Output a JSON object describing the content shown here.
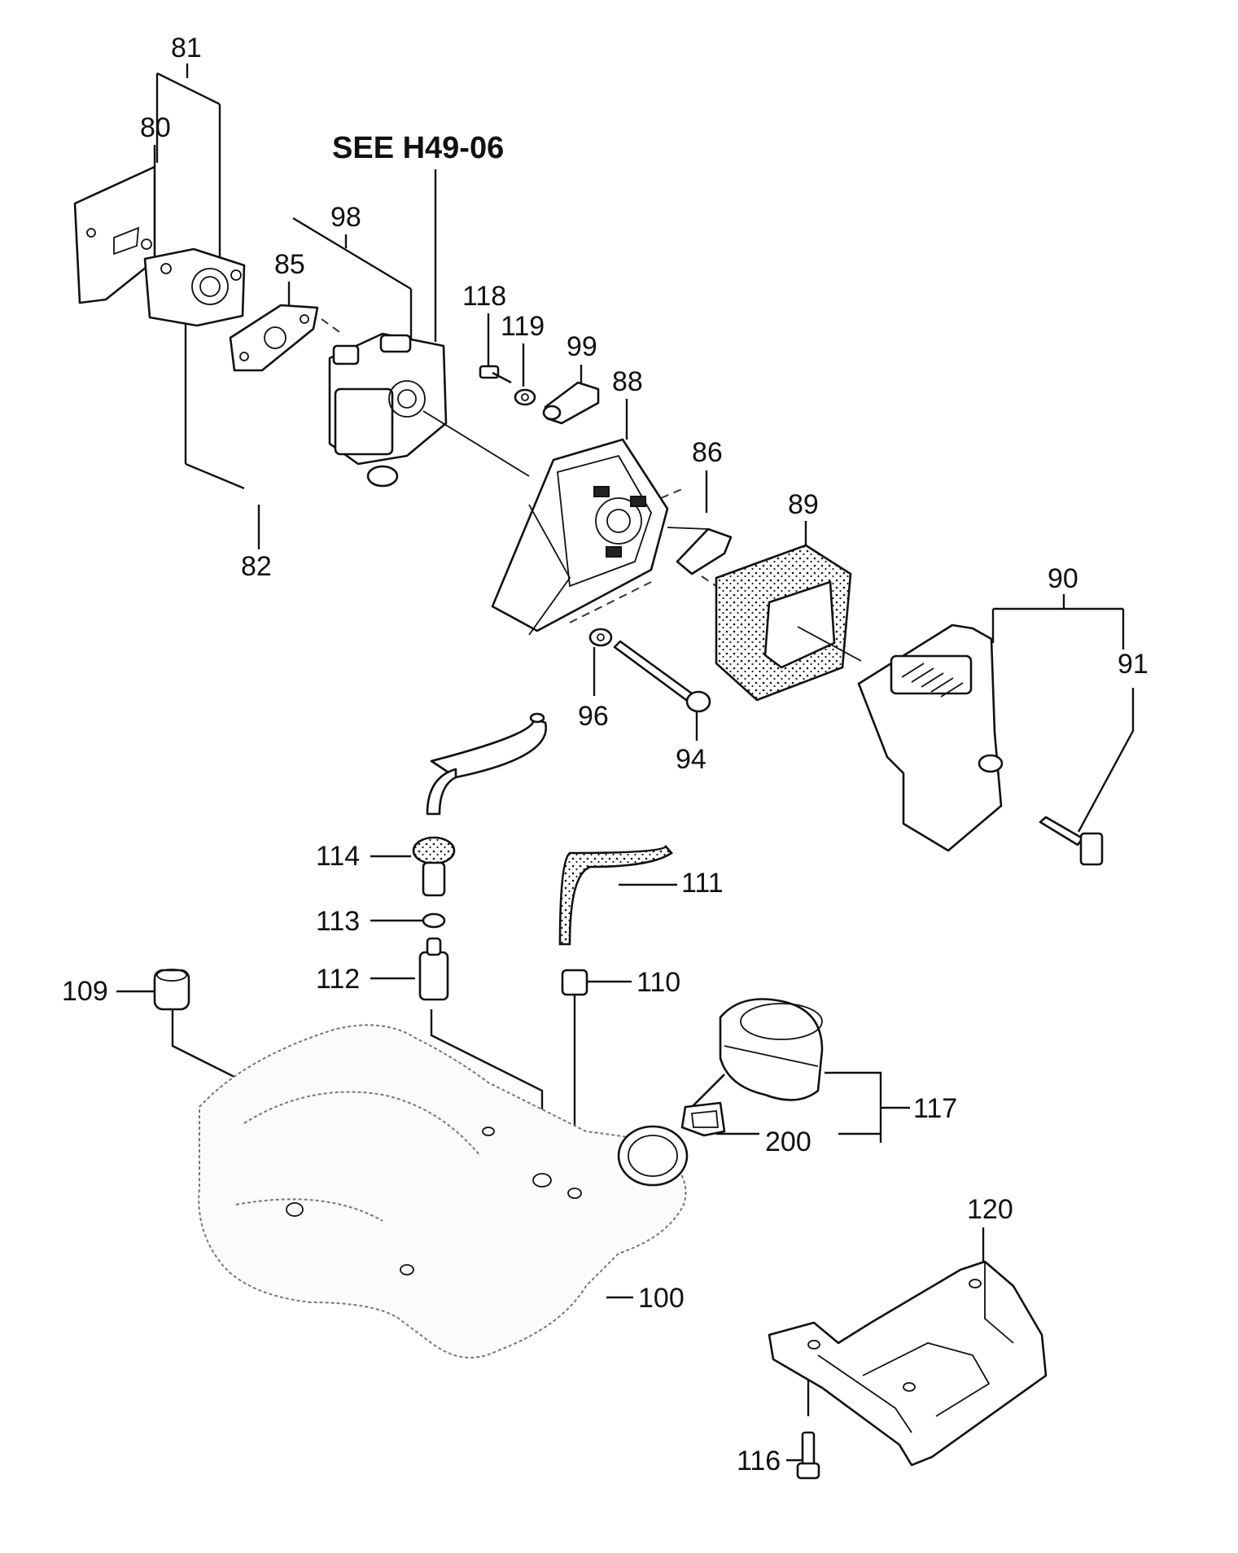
{
  "reference": "SEE H49-06",
  "callouts": [
    {
      "id": "81",
      "text": "81"
    },
    {
      "id": "80",
      "text": "80"
    },
    {
      "id": "98",
      "text": "98"
    },
    {
      "id": "85",
      "text": "85"
    },
    {
      "id": "82",
      "text": "82"
    },
    {
      "id": "118",
      "text": "118"
    },
    {
      "id": "119",
      "text": "119"
    },
    {
      "id": "99",
      "text": "99"
    },
    {
      "id": "88",
      "text": "88"
    },
    {
      "id": "86",
      "text": "86"
    },
    {
      "id": "89",
      "text": "89"
    },
    {
      "id": "90",
      "text": "90"
    },
    {
      "id": "91",
      "text": "91"
    },
    {
      "id": "96",
      "text": "96"
    },
    {
      "id": "94",
      "text": "94"
    },
    {
      "id": "114",
      "text": "114"
    },
    {
      "id": "111",
      "text": "111"
    },
    {
      "id": "113",
      "text": "113"
    },
    {
      "id": "112",
      "text": "112"
    },
    {
      "id": "110",
      "text": "110"
    },
    {
      "id": "109",
      "text": "109"
    },
    {
      "id": "117",
      "text": "117"
    },
    {
      "id": "200",
      "text": "200"
    },
    {
      "id": "120",
      "text": "120"
    },
    {
      "id": "100",
      "text": "100"
    },
    {
      "id": "116",
      "text": "116"
    }
  ]
}
